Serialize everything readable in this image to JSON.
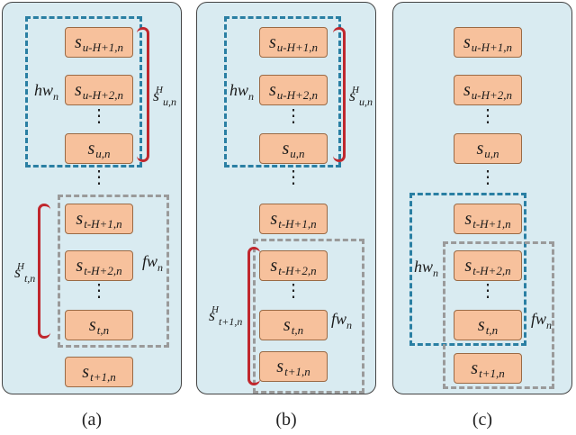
{
  "panels": {
    "a": {
      "caption": "(a)",
      "boxes": [
        "u-H+1,n",
        "u-H+2,n",
        "u,n",
        "t-H+1,n",
        "t-H+2,n",
        "t,n",
        "t+1,n"
      ],
      "labels": {
        "hw": "n",
        "fw": "n",
        "s_u_sub": "u,n",
        "s_u_sup": "H",
        "s_t_sub": "t,n",
        "s_t_sup": "H"
      }
    },
    "b": {
      "caption": "(b)",
      "boxes": [
        "u-H+1,n",
        "u-H+2,n",
        "u,n",
        "t-H+1,n",
        "t-H+2,n",
        "t,n",
        "t+1,n"
      ],
      "labels": {
        "hw": "n",
        "fw": "n",
        "s_u_sub": "u,n",
        "s_u_sup": "H",
        "s_t_sub": "t+1,n",
        "s_t_sup": "H"
      }
    },
    "c": {
      "caption": "(c)",
      "boxes": [
        "u-H+1,n",
        "u-H+2,n",
        "u,n",
        "t-H+1,n",
        "t-H+2,n",
        "t,n",
        "t+1,n"
      ],
      "labels": {
        "hw": "n",
        "fw": "n"
      }
    }
  },
  "symbols": {
    "s": "s",
    "hw": "hw",
    "fw": "fw",
    "vdots": "⋮"
  }
}
